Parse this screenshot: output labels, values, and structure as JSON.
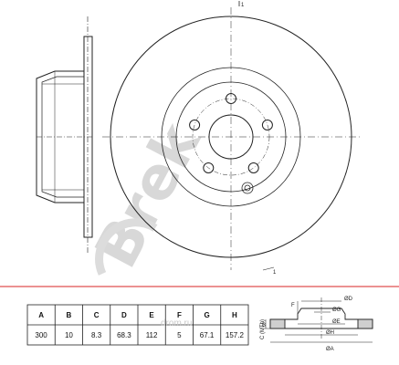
{
  "watermark": {
    "brand": "Brek"
  },
  "watermark_site": {
    "text": "drom.ru"
  },
  "drawing": {
    "marker_top": "1",
    "marker_bottom": "1"
  },
  "spec_table": {
    "headers": [
      "A",
      "B",
      "C",
      "D",
      "E",
      "F",
      "G",
      "H"
    ],
    "values": [
      "300",
      "10",
      "8.3",
      "68.3",
      "112",
      "5",
      "67.1",
      "157.2"
    ]
  },
  "section_labels": {
    "f": "F",
    "d": "ØD",
    "g": "ØG",
    "e": "ØE",
    "h": "ØH",
    "a": "ØA",
    "b": "B",
    "c": "C (MTh)"
  },
  "colors": {
    "line": "#222222",
    "divider": "#e05050",
    "watermark": "#d8d8d8"
  }
}
